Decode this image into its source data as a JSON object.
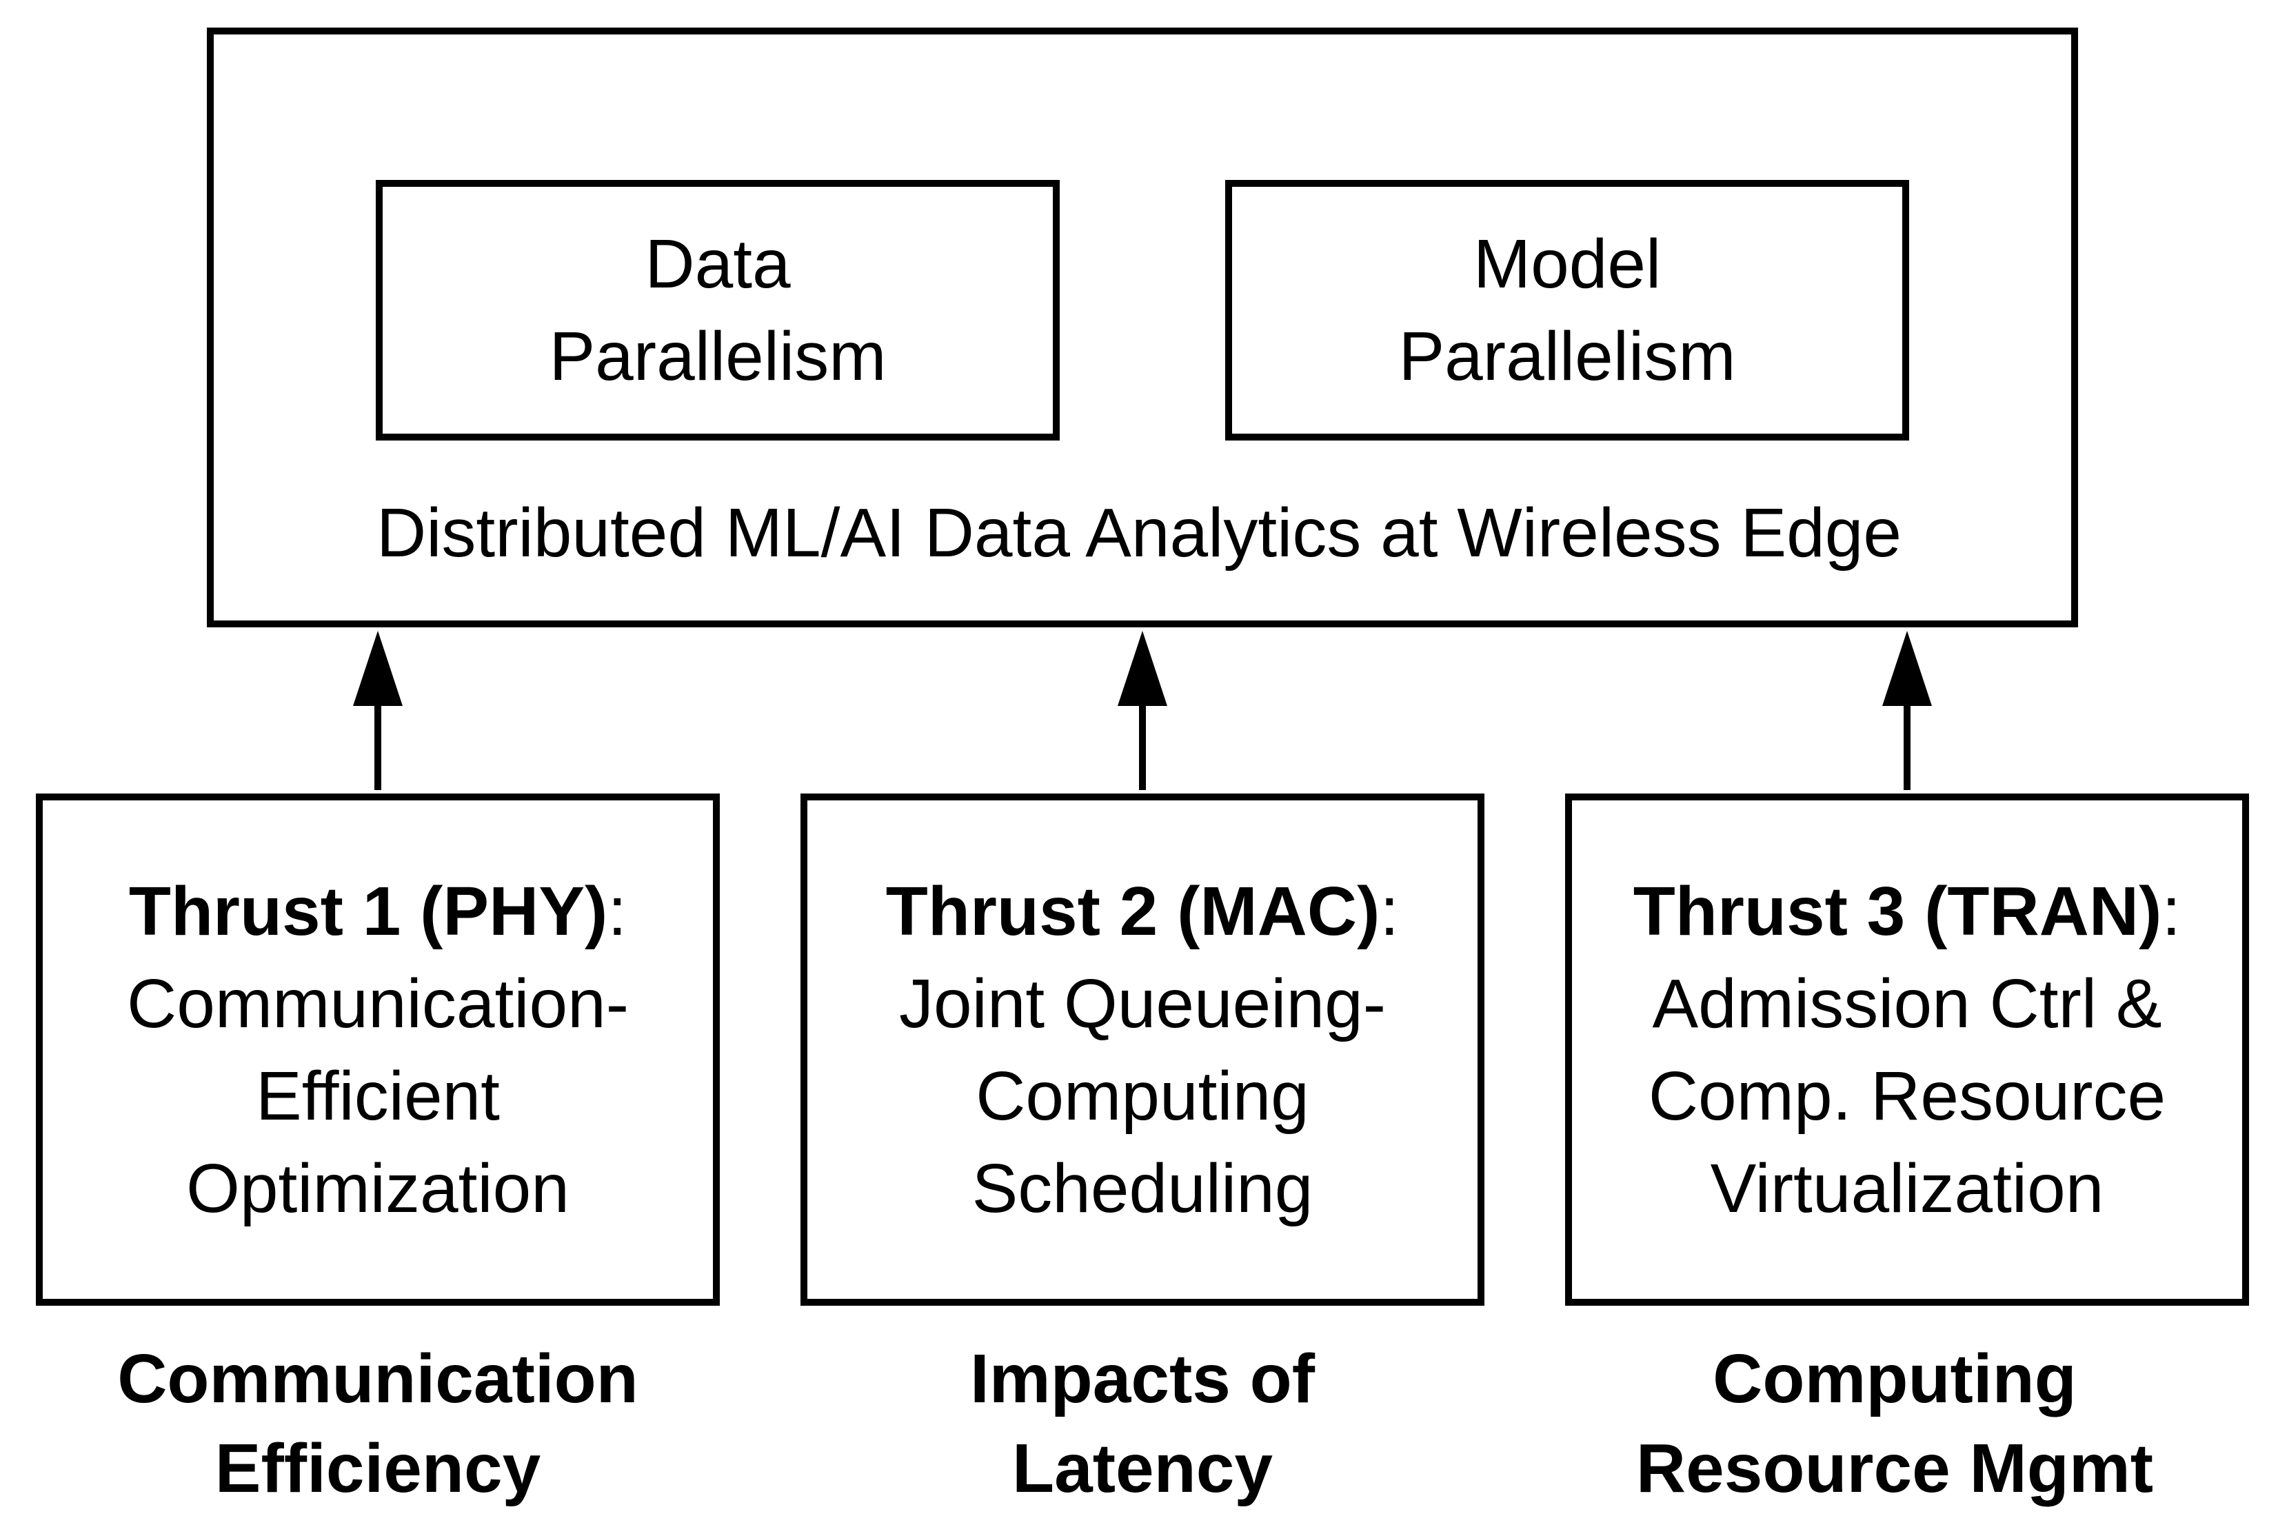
{
  "top": {
    "data_parallelism": [
      "Data",
      "Parallelism"
    ],
    "model_parallelism": [
      "Model",
      "Parallelism"
    ],
    "label": "Distributed ML/AI Data Analytics at Wireless Edge"
  },
  "thrusts": [
    {
      "title": "Thrust 1 (PHY)",
      "colon": ":",
      "lines": [
        "Communication-",
        "Efficient",
        "Optimization"
      ],
      "caption": [
        "Communication",
        "Efficiency"
      ]
    },
    {
      "title": "Thrust 2 (MAC)",
      "colon": ":",
      "lines": [
        "Joint Queueing-",
        "Computing",
        "Scheduling"
      ],
      "caption": [
        "Impacts of",
        "Latency"
      ]
    },
    {
      "title": "Thrust 3 (TRAN)",
      "colon": ":",
      "lines": [
        "Admission Ctrl &",
        "Comp. Resource",
        "Virtualization"
      ],
      "caption": [
        "Computing",
        "Resource Mgmt"
      ]
    }
  ]
}
